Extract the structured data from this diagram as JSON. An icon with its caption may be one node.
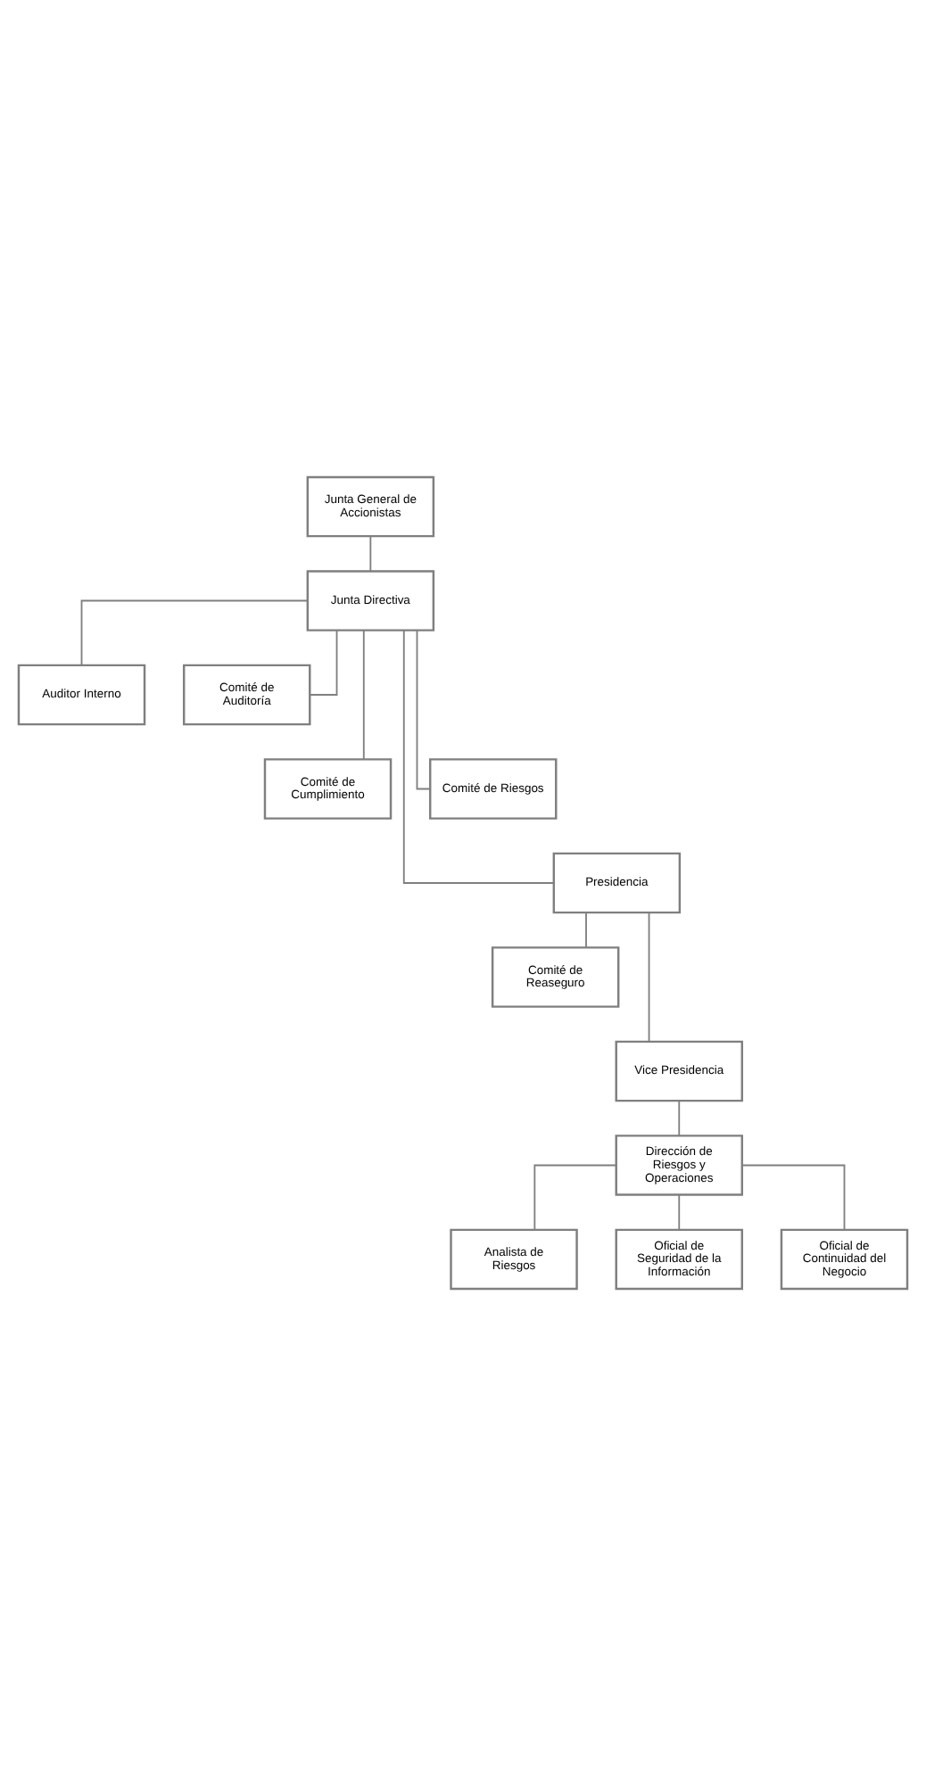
{
  "diagram": {
    "nodes": [
      {
        "text": [
          "Junta General de Accionistas"
        ]
      },
      {
        "text": [
          "Junta Directiva"
        ]
      },
      {
        "text": [
          "Auditor Interno"
        ]
      },
      {
        "text": [
          "Comité de Auditoría"
        ]
      },
      {
        "text": [
          "Comité de Cumplimiento"
        ]
      },
      {
        "text": [
          "Comité de Riesgos"
        ]
      },
      {
        "text": [
          "Presidencia"
        ]
      },
      {
        "text": [
          "Comité de Reaseguro"
        ]
      },
      {
        "text": [
          "Vice Presidencia"
        ]
      },
      {
        "text": [
          "Dirección de Riesgos y Operaciones"
        ]
      },
      {
        "text": [
          "Analista de Riesgos"
        ]
      },
      {
        "text": [
          "Oficial de Seguridad de la Información"
        ]
      },
      {
        "text": [
          "Oficial de Continuidad del Negocio"
        ]
      }
    ],
    "edges": [
      {
        "from": 0,
        "to": 1,
        "arrow": "none"
      },
      {
        "from": 1,
        "to": 2,
        "arrow": "none"
      },
      {
        "from": 1,
        "to": 3,
        "arrow": "none"
      },
      {
        "from": 1,
        "to": 4,
        "arrow": "none"
      },
      {
        "from": 1,
        "to": 5,
        "arrow": "none"
      },
      {
        "from": 1,
        "to": 6,
        "arrow": "none"
      },
      {
        "from": 6,
        "to": 7,
        "arrow": "none"
      },
      {
        "from": 6,
        "to": 8,
        "arrow": "none"
      },
      {
        "from": 8,
        "to": 9,
        "arrow": "none"
      },
      {
        "from": 9,
        "to": 10,
        "arrow": "none"
      },
      {
        "from": 9,
        "to": 11,
        "arrow": "none"
      },
      {
        "from": 9,
        "to": 12,
        "arrow": "none"
      }
    ]
  }
}
